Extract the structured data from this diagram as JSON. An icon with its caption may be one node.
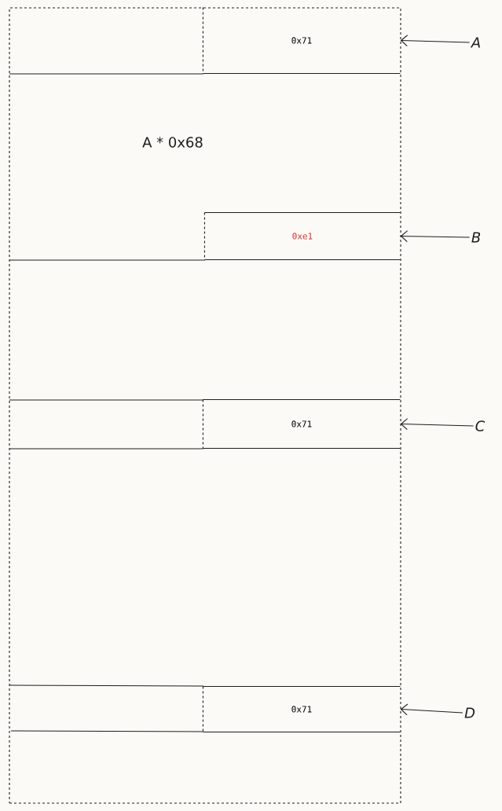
{
  "diagram": {
    "nodes": [
      {
        "text": [],
        "shape": "box"
      },
      {
        "text": [
          "0x71"
        ],
        "in": 0
      },
      {
        "text": [
          "0xe1"
        ],
        "in": 0
      },
      {
        "text": [
          "0x71"
        ],
        "in": 0
      },
      {
        "text": [
          "0x71"
        ],
        "in": 0
      },
      {
        "text": [
          "A"
        ]
      },
      {
        "text": [
          "B"
        ]
      },
      {
        "text": [
          "C"
        ]
      },
      {
        "text": [
          "D"
        ]
      }
    ],
    "edges": [
      {
        "from": 5,
        "to": 1,
        "arrow": "to"
      },
      {
        "from": 6,
        "to": 2,
        "arrow": "to"
      },
      {
        "from": 7,
        "to": 3,
        "arrow": "to"
      },
      {
        "from": 8,
        "to": 4,
        "arrow": "to"
      }
    ],
    "labels": [
      "A * 0x68"
    ]
  }
}
